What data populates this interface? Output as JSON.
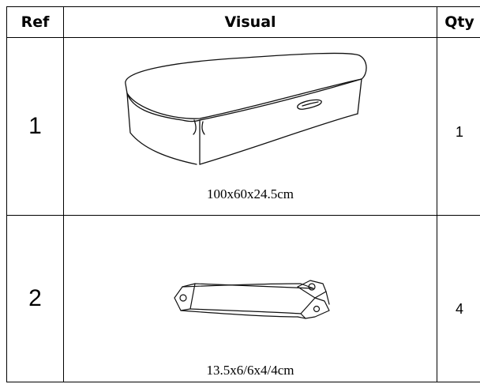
{
  "table": {
    "headers": {
      "ref": "Ref",
      "visual": "Visual",
      "qty": "Qty"
    },
    "rows": [
      {
        "ref": "1",
        "dimensions": "100x60x24.5cm",
        "qty": "1",
        "icon": "ottoman-storage-box-icon"
      },
      {
        "ref": "2",
        "dimensions": "13.5x6/6x4/4cm",
        "qty": "4",
        "icon": "corner-bracket-icon"
      }
    ]
  }
}
